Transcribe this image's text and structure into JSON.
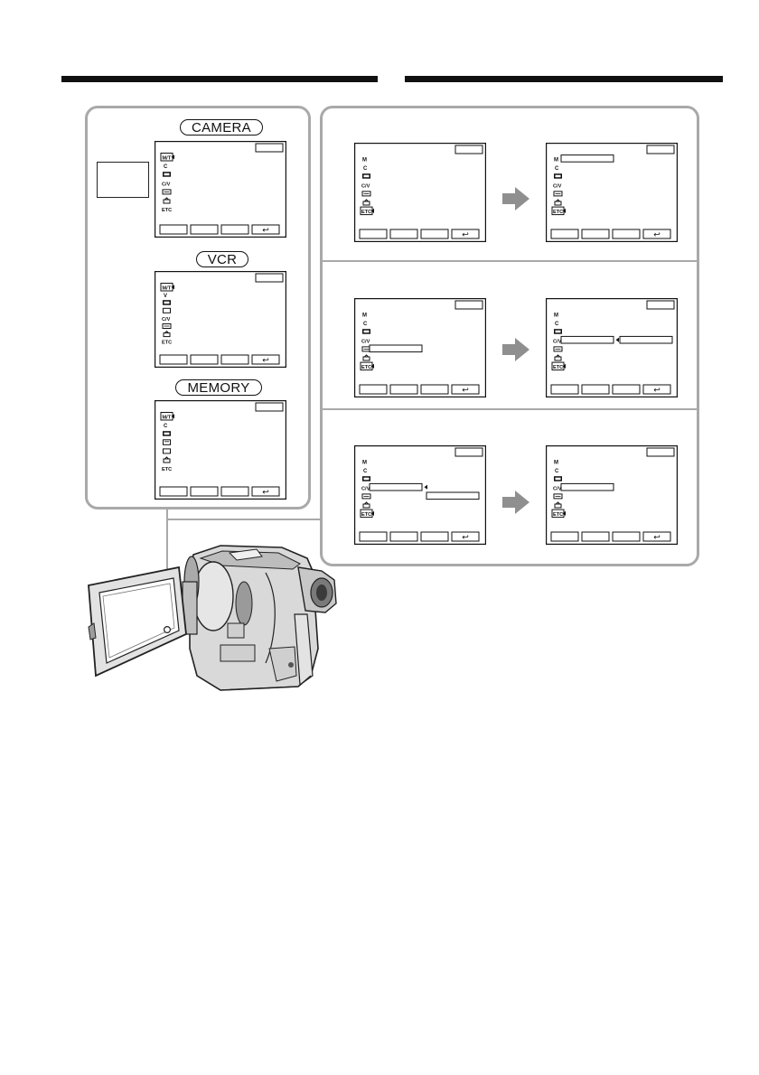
{
  "modes": {
    "camera": "CAMERA",
    "vcr": "VCR",
    "memory": "MEMORY"
  },
  "menu_icons": {
    "camera": [
      "M/T",
      "C",
      "CM",
      "C/V",
      "REC",
      "LCD",
      "ETC"
    ],
    "vcr": [
      "M/T",
      "V",
      "CM",
      "TAPE",
      "C/V",
      "REC",
      "LCD",
      "ETC"
    ],
    "memory": [
      "M/T",
      "C",
      "CM",
      "MEM",
      "TAPE",
      "LCD",
      "ETC"
    ],
    "steps": [
      "M",
      "C",
      "CM",
      "C/V",
      "REC",
      "LCD",
      "ETC"
    ]
  },
  "icon_glyphs": {
    "return": "↩"
  },
  "colors": {
    "frame": "#a9a9a9",
    "arrow": "#8f8f8f",
    "ink": "#111111"
  }
}
